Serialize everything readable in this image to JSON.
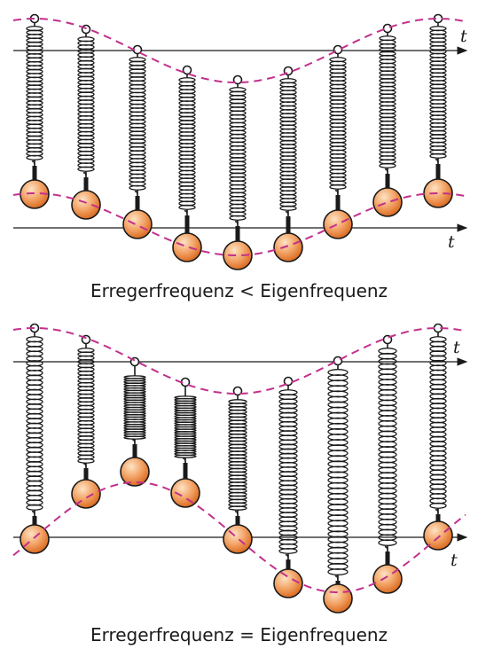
{
  "panels": [
    {
      "caption": "Erregerfrequenz < Eigenfrequenz",
      "axis_label_top": "t",
      "axis_label_bottom": "t"
    },
    {
      "caption": "Erregerfrequenz = Eigenfrequenz",
      "axis_label_top": "t",
      "axis_label_bottom": "t"
    }
  ],
  "colors": {
    "curve": "#c2308c",
    "ink": "#1a1a1a",
    "mass_light": "#fde3c4",
    "mass_mid": "#f2a163",
    "mass_dark": "#d9691f"
  }
}
